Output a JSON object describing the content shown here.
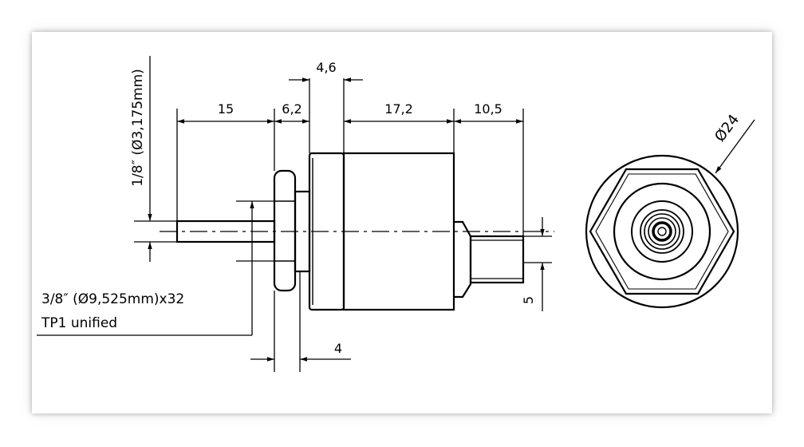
{
  "drawing": {
    "dimensions": {
      "top_4_6": "4,6",
      "d_15": "15",
      "d_6_2": "6,2",
      "d_17_2": "17,2",
      "d_10_5": "10,5",
      "d_4": "4",
      "d_5": "5",
      "d_phi24": "Ø24"
    },
    "labels": {
      "shaft_dia": "1/8″ (Ø3,175mm)",
      "thread_line1": "3/8″ (Ø9,525mm)x32",
      "thread_line2": "TP1 unified"
    }
  }
}
